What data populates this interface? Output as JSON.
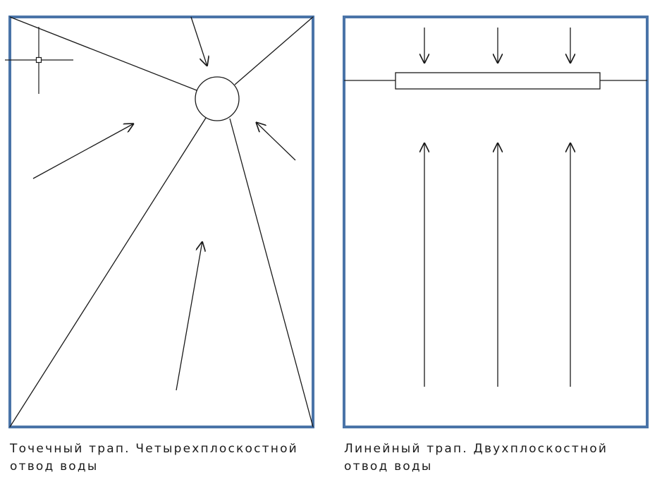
{
  "diagrams": [
    {
      "id": "point-drain",
      "caption_line1": "Точечный трап. Четырехплоскостной",
      "caption_line2": "отвод воды"
    },
    {
      "id": "linear-drain",
      "caption_line1": "Линейный трап. Двухплоскостной",
      "caption_line2": "отвод воды"
    }
  ],
  "colors": {
    "frame": "#4a74a8",
    "lines": "#1a1a1a",
    "background": "#ffffff"
  },
  "icons": [
    "crosshair-cursor-icon"
  ]
}
